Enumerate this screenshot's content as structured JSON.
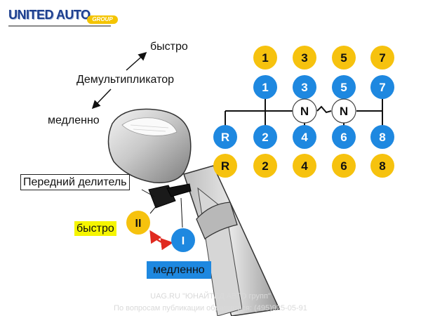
{
  "logo": {
    "main": "UNITED AUTO",
    "sub": "GROUP"
  },
  "labels": {
    "fast_top": "быстро",
    "demultiplier": "Демультипликатор",
    "slow_top": "медленно",
    "front_divider": "Передний делитель",
    "fast_bottom": "быстро",
    "slow_bottom": "медленно"
  },
  "shift_pattern": {
    "top_row": [
      "1",
      "3",
      "5",
      "7"
    ],
    "upper_row": [
      "1",
      "3",
      "5",
      "7"
    ],
    "neutral": [
      "N",
      "N"
    ],
    "lower_row": [
      "R",
      "2",
      "4",
      "6",
      "8"
    ],
    "bottom_row": [
      "R",
      "2",
      "4",
      "6",
      "8"
    ]
  },
  "splitter": {
    "fast": "II",
    "slow": "I"
  },
  "watermark": {
    "line1": "UAG.RU \"ЮНАЙТЕД АВТО групп\"",
    "line2": "По вопросам публикации обращаться: (495)925-05-91"
  },
  "colors": {
    "yellow": "#f6c20e",
    "blue": "#1e88e0",
    "neutral_fill": "#ffffff",
    "arrow_red": "#e02a20",
    "label_blue_bg": "#1e88e0",
    "label_yellow_bg": "#f5f500"
  }
}
